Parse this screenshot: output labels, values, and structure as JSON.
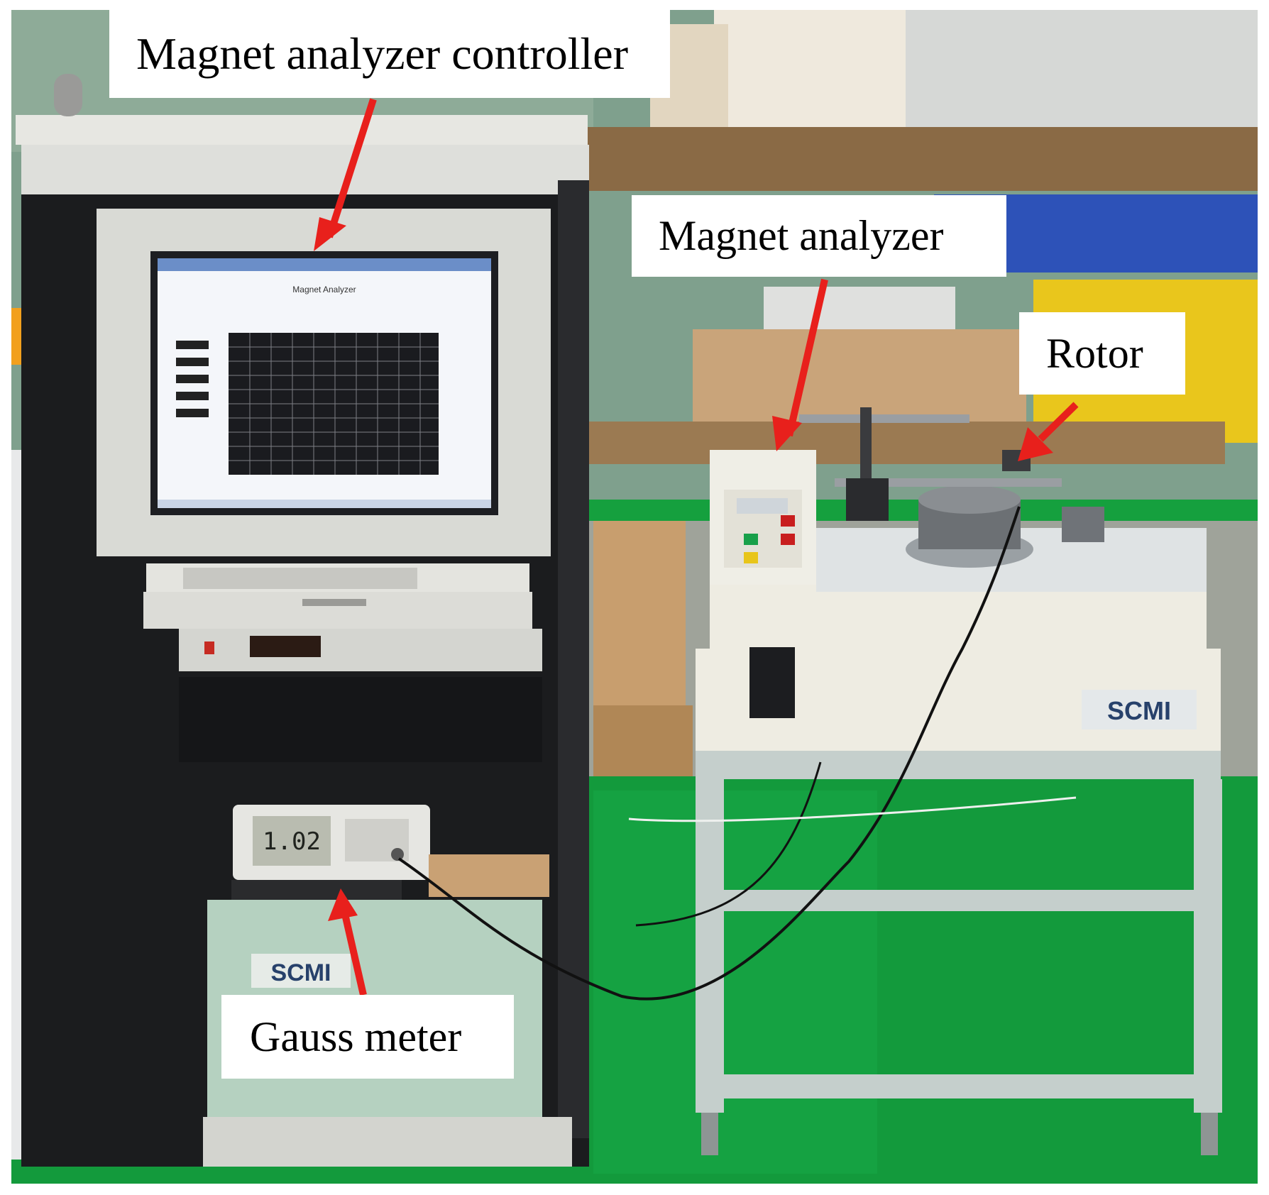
{
  "figure": {
    "callouts": {
      "controller": "Magnet analyzer controller",
      "analyzer": "Magnet analyzer",
      "rotor": "Rotor",
      "gauss_meter": "Gauss meter"
    },
    "equipment_labels": {
      "brand_rack": "SCMI",
      "brand_analyzer": "SCMI",
      "gauss_reading": "1.02",
      "screen_title": "Magnet Analyzer"
    },
    "colors": {
      "arrow": "#e8201c",
      "floor": "#139a3c",
      "wall": "#7fa08d",
      "rack_panel": "#d9dad5",
      "rack_frame": "#1b1c1e",
      "analyzer_body": "#eeece2",
      "table_frame": "#c5cfcc"
    }
  }
}
